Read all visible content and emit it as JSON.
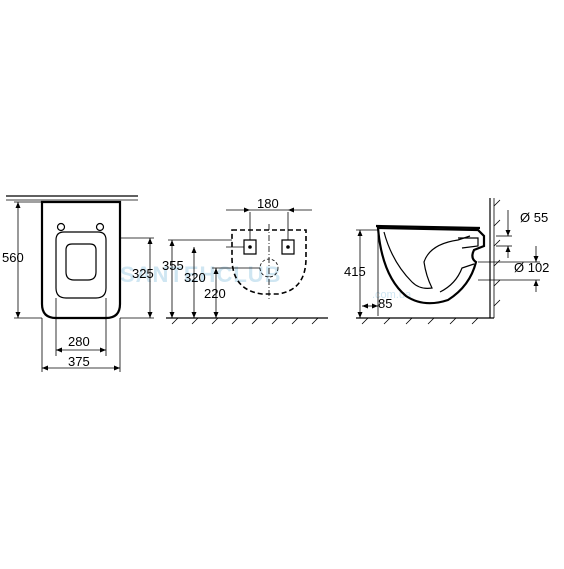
{
  "watermark": {
    "main": "SANTEHCLUB",
    "sub": ".com.ua"
  },
  "colors": {
    "line": "#000000",
    "watermark": "#cfe6f2",
    "background": "#ffffff"
  },
  "front_view": {
    "height": "560",
    "width_inner": "280",
    "width_outer": "375",
    "seat_height": "325"
  },
  "fixing_view": {
    "hole_spacing": "180",
    "height_top": "355",
    "height_mid": "320",
    "height_low": "220"
  },
  "side_view": {
    "height": "415",
    "inlet_diameter": "Ø 55",
    "outlet_diameter": "Ø 102",
    "outlet_offset": "85"
  }
}
